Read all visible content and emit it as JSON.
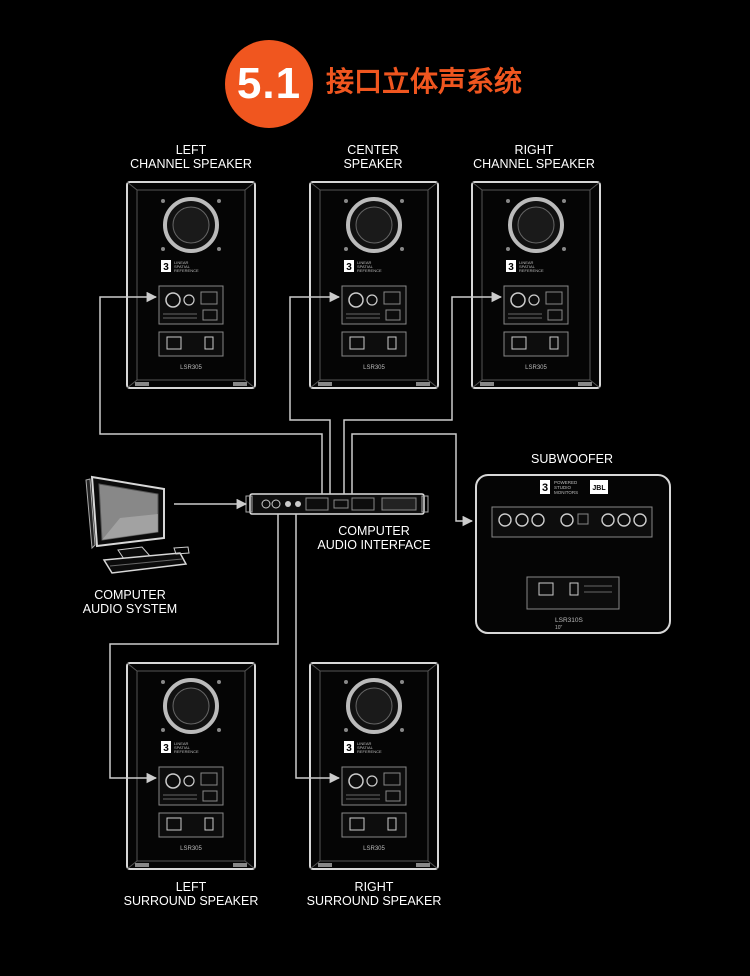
{
  "header": {
    "badge": "5.1",
    "title": "接口立体声系统"
  },
  "speakers": {
    "left": {
      "line1": "LEFT",
      "line2": "CHANNEL SPEAKER",
      "model": "LSR305"
    },
    "center": {
      "line1": "CENTER",
      "line2": "SPEAKER",
      "model": "LSR305"
    },
    "right": {
      "line1": "RIGHT",
      "line2": "CHANNEL SPEAKER",
      "model": "LSR305"
    },
    "left_surround": {
      "line1": "LEFT",
      "line2": "SURROUND SPEAKER",
      "model": "LSR305"
    },
    "right_surround": {
      "line1": "RIGHT",
      "line2": "SURROUND SPEAKER",
      "model": "LSR305"
    }
  },
  "speaker_badge": {
    "number": "3",
    "text1": "LINEAR",
    "text2": "SPATIAL",
    "text3": "REFERENCE"
  },
  "subwoofer": {
    "label": "SUBWOOFER",
    "badge_number": "3",
    "text1": "POWERED",
    "text2": "STUDIO",
    "text3": "MONITORS",
    "brand": "JBL",
    "model": "LSR310S",
    "size": "10\""
  },
  "interface": {
    "line1": "COMPUTER",
    "line2": "AUDIO INTERFACE"
  },
  "computer": {
    "line1": "COMPUTER",
    "line2": "AUDIO SYSTEM"
  },
  "colors": {
    "accent": "#f0561f",
    "background": "#000000",
    "line": "#cccccc"
  }
}
